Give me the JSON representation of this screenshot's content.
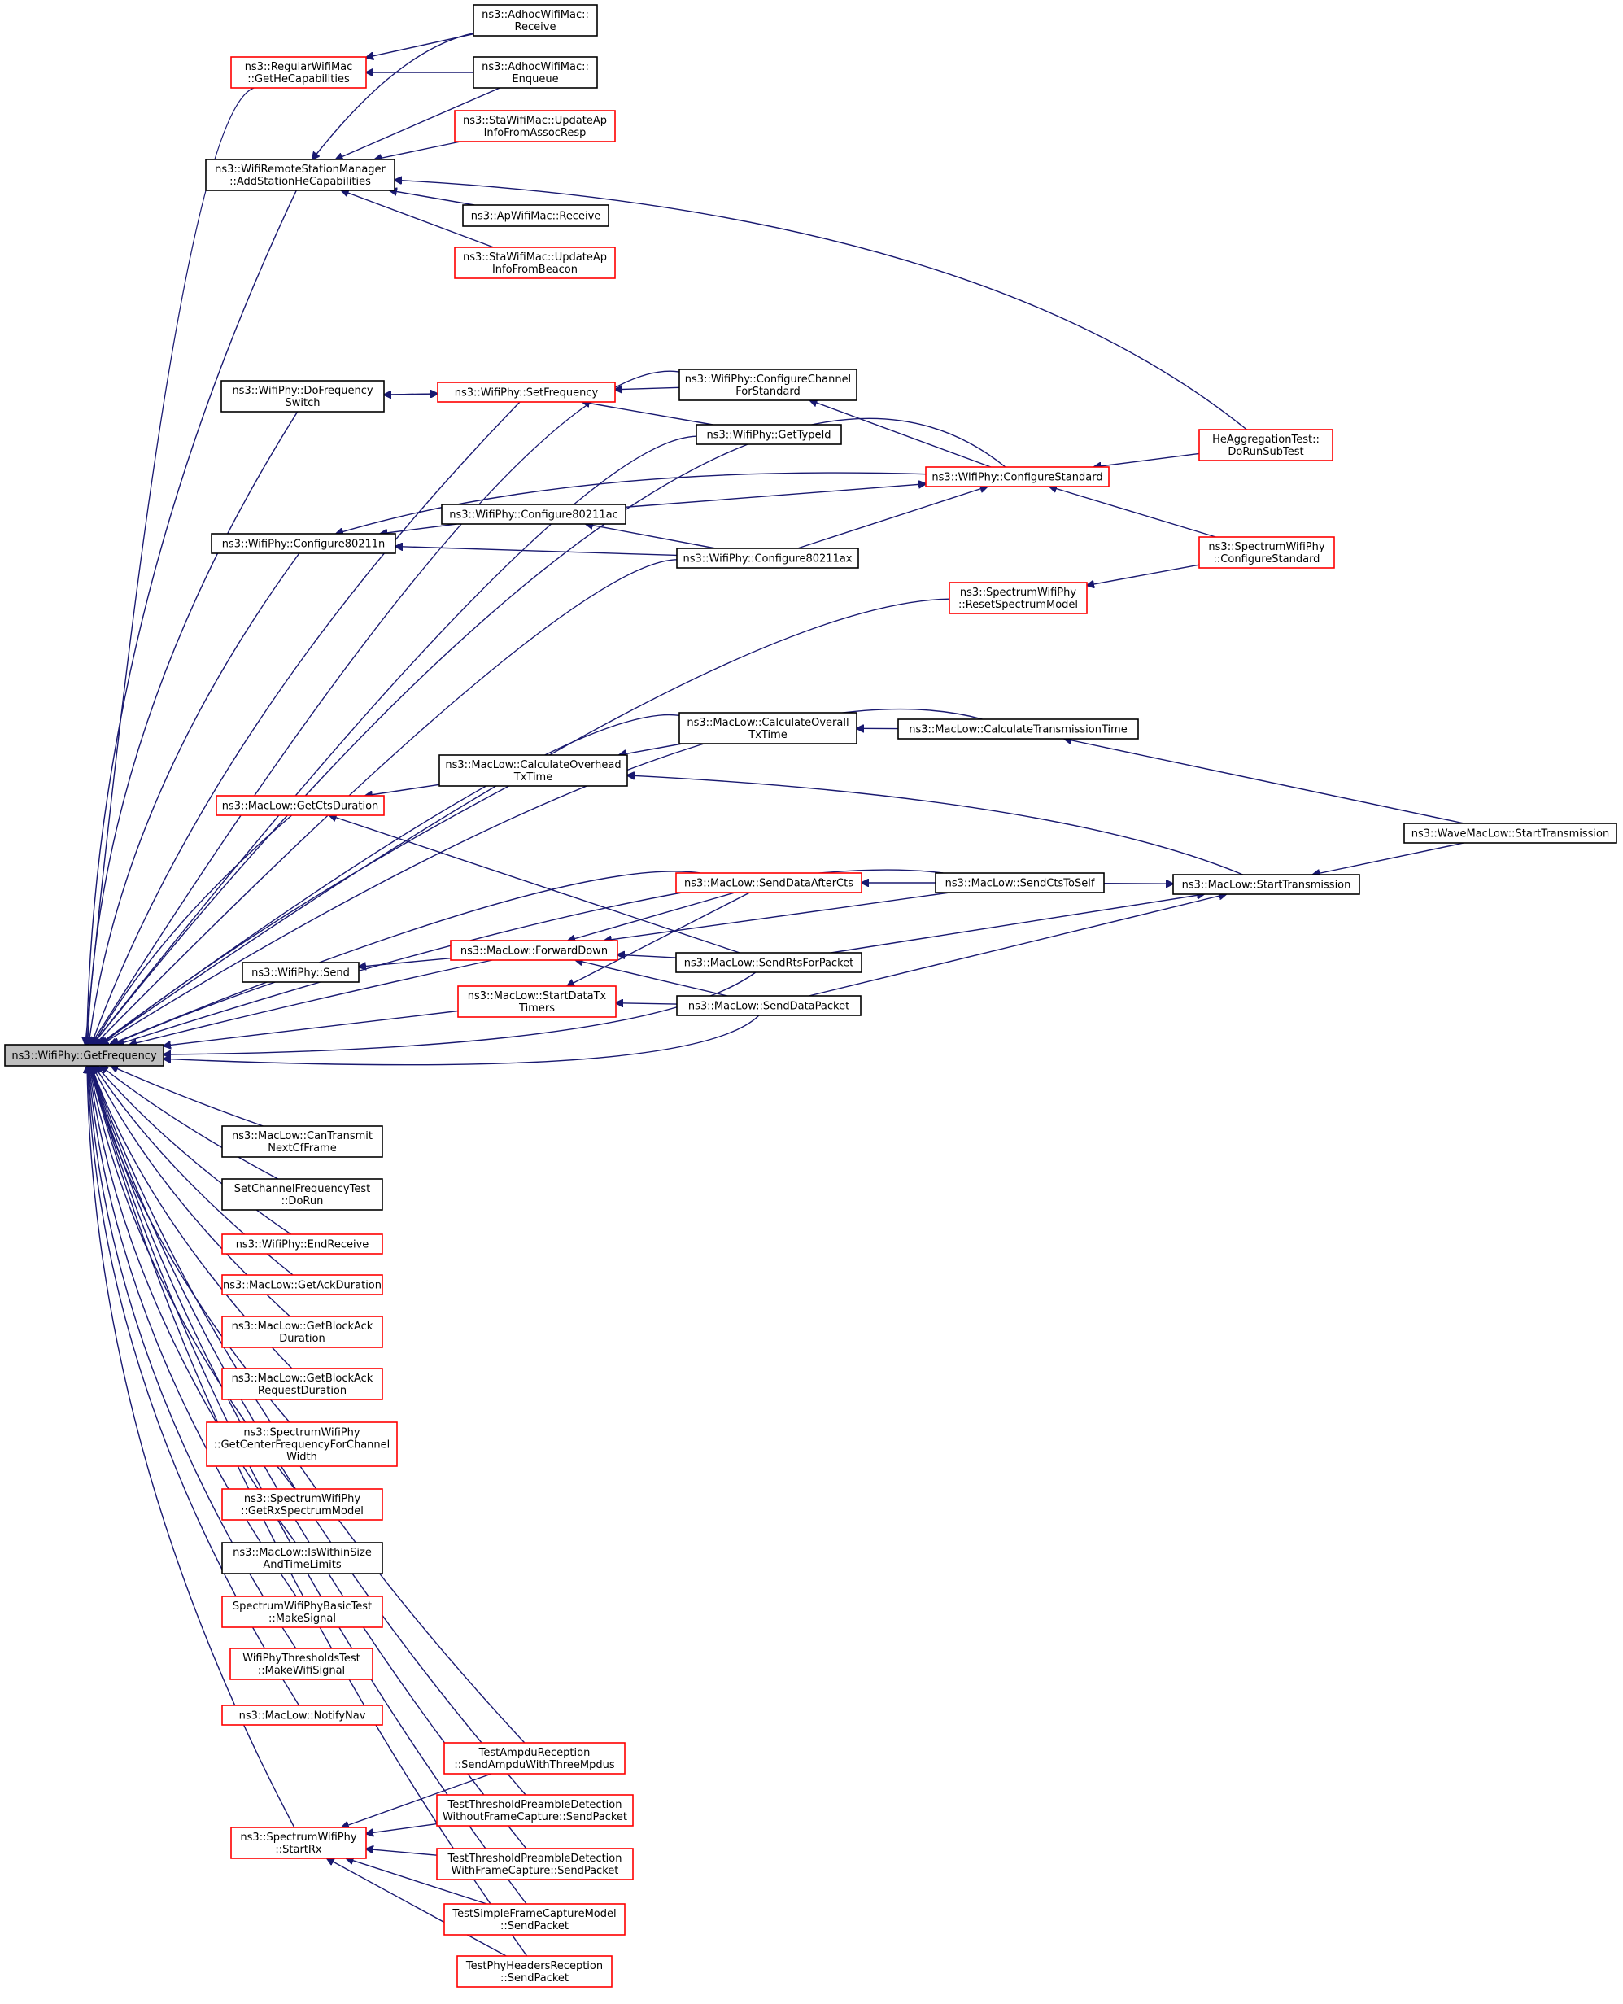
{
  "root_id": "n0",
  "colors": {
    "edge": "#191970",
    "red_border": "#ff0000",
    "black_border": "#000000",
    "root_fill": "#bfbfbf"
  },
  "nodes": [
    {
      "id": "n0",
      "lines": [
        "ns3::WifiPhy::GetFrequency"
      ],
      "border": "black",
      "root": true
    },
    {
      "id": "n1",
      "lines": [
        "ns3::AdhocWifiMac::",
        "Receive"
      ],
      "border": "black"
    },
    {
      "id": "n2",
      "lines": [
        "ns3::RegularWifiMac",
        "::GetHeCapabilities"
      ],
      "border": "red"
    },
    {
      "id": "n3",
      "lines": [
        "ns3::AdhocWifiMac::",
        "Enqueue"
      ],
      "border": "black"
    },
    {
      "id": "n4",
      "lines": [
        "ns3::StaWifiMac::UpdateAp",
        "InfoFromAssocResp"
      ],
      "border": "red"
    },
    {
      "id": "n5",
      "lines": [
        "ns3::WifiRemoteStationManager",
        "::AddStationHeCapabilities"
      ],
      "border": "black"
    },
    {
      "id": "n6",
      "lines": [
        "ns3::ApWifiMac::Receive"
      ],
      "border": "black"
    },
    {
      "id": "n7",
      "lines": [
        "ns3::StaWifiMac::UpdateAp",
        "InfoFromBeacon"
      ],
      "border": "red"
    },
    {
      "id": "n8",
      "lines": [
        "ns3::WifiPhy::DoFrequency",
        "Switch"
      ],
      "border": "black"
    },
    {
      "id": "n9",
      "lines": [
        "ns3::WifiPhy::SetFrequency"
      ],
      "border": "red"
    },
    {
      "id": "n10",
      "lines": [
        "ns3::WifiPhy::ConfigureChannel",
        "ForStandard"
      ],
      "border": "black"
    },
    {
      "id": "n11",
      "lines": [
        "ns3::WifiPhy::GetTypeId"
      ],
      "border": "black"
    },
    {
      "id": "n12",
      "lines": [
        "HeAggregationTest::",
        "DoRunSubTest"
      ],
      "border": "red"
    },
    {
      "id": "n13",
      "lines": [
        "ns3::WifiPhy::ConfigureStandard"
      ],
      "border": "red"
    },
    {
      "id": "n14",
      "lines": [
        "ns3::WifiPhy::Configure80211ac"
      ],
      "border": "black"
    },
    {
      "id": "n15",
      "lines": [
        "ns3::WifiPhy::Configure80211n"
      ],
      "border": "black"
    },
    {
      "id": "n16",
      "lines": [
        "ns3::WifiPhy::Configure80211ax"
      ],
      "border": "black"
    },
    {
      "id": "n17",
      "lines": [
        "ns3::SpectrumWifiPhy",
        "::ConfigureStandard"
      ],
      "border": "red"
    },
    {
      "id": "n18",
      "lines": [
        "ns3::SpectrumWifiPhy",
        "::ResetSpectrumModel"
      ],
      "border": "red"
    },
    {
      "id": "n19",
      "lines": [
        "ns3::MacLow::CalculateOverall",
        "TxTime"
      ],
      "border": "black"
    },
    {
      "id": "n20",
      "lines": [
        "ns3::MacLow::CalculateTransmissionTime"
      ],
      "border": "black"
    },
    {
      "id": "n21",
      "lines": [
        "ns3::MacLow::CalculateOverhead",
        "TxTime"
      ],
      "border": "black"
    },
    {
      "id": "n22",
      "lines": [
        "ns3::MacLow::GetCtsDuration"
      ],
      "border": "red"
    },
    {
      "id": "n23",
      "lines": [
        "ns3::WaveMacLow::StartTransmission"
      ],
      "border": "black"
    },
    {
      "id": "n24",
      "lines": [
        "ns3::MacLow::SendDataAfterCts"
      ],
      "border": "red"
    },
    {
      "id": "n25",
      "lines": [
        "ns3::MacLow::SendCtsToSelf"
      ],
      "border": "black"
    },
    {
      "id": "n26",
      "lines": [
        "ns3::MacLow::StartTransmission"
      ],
      "border": "black"
    },
    {
      "id": "n27",
      "lines": [
        "ns3::MacLow::ForwardDown"
      ],
      "border": "red"
    },
    {
      "id": "n28",
      "lines": [
        "ns3::WifiPhy::Send"
      ],
      "border": "black"
    },
    {
      "id": "n29",
      "lines": [
        "ns3::MacLow::SendRtsForPacket"
      ],
      "border": "black"
    },
    {
      "id": "n30",
      "lines": [
        "ns3::MacLow::StartDataTx",
        "Timers"
      ],
      "border": "red"
    },
    {
      "id": "n31",
      "lines": [
        "ns3::MacLow::SendDataPacket"
      ],
      "border": "black"
    },
    {
      "id": "n32",
      "lines": [
        "ns3::MacLow::CanTransmit",
        "NextCfFrame"
      ],
      "border": "black"
    },
    {
      "id": "n33",
      "lines": [
        "SetChannelFrequencyTest",
        "::DoRun"
      ],
      "border": "black"
    },
    {
      "id": "n34",
      "lines": [
        "ns3::WifiPhy::EndReceive"
      ],
      "border": "red"
    },
    {
      "id": "n35",
      "lines": [
        "ns3::MacLow::GetAckDuration"
      ],
      "border": "red"
    },
    {
      "id": "n36",
      "lines": [
        "ns3::MacLow::GetBlockAck",
        "Duration"
      ],
      "border": "red"
    },
    {
      "id": "n37",
      "lines": [
        "ns3::MacLow::GetBlockAck",
        "RequestDuration"
      ],
      "border": "red"
    },
    {
      "id": "n38",
      "lines": [
        "ns3::SpectrumWifiPhy",
        "::GetCenterFrequencyForChannel",
        "Width"
      ],
      "border": "red"
    },
    {
      "id": "n39",
      "lines": [
        "ns3::SpectrumWifiPhy",
        "::GetRxSpectrumModel"
      ],
      "border": "red"
    },
    {
      "id": "n40",
      "lines": [
        "ns3::MacLow::IsWithinSize",
        "AndTimeLimits"
      ],
      "border": "black"
    },
    {
      "id": "n41",
      "lines": [
        "SpectrumWifiPhyBasicTest",
        "::MakeSignal"
      ],
      "border": "red"
    },
    {
      "id": "n42",
      "lines": [
        "WifiPhyThresholdsTest",
        "::MakeWifiSignal"
      ],
      "border": "red"
    },
    {
      "id": "n43",
      "lines": [
        "ns3::MacLow::NotifyNav"
      ],
      "border": "red"
    },
    {
      "id": "n44",
      "lines": [
        "TestAmpduReception",
        "::SendAmpduWithThreeMpdus"
      ],
      "border": "red"
    },
    {
      "id": "n45",
      "lines": [
        "ns3::SpectrumWifiPhy",
        "::StartRx"
      ],
      "border": "red"
    },
    {
      "id": "n46",
      "lines": [
        "TestThresholdPreambleDetection",
        "WithoutFrameCapture::SendPacket"
      ],
      "border": "red"
    },
    {
      "id": "n47",
      "lines": [
        "TestThresholdPreambleDetection",
        "WithFrameCapture::SendPacket"
      ],
      "border": "red"
    },
    {
      "id": "n48",
      "lines": [
        "TestSimpleFrameCaptureModel",
        "::SendPacket"
      ],
      "border": "red"
    },
    {
      "id": "n49",
      "lines": [
        "TestPhyHeadersReception",
        "::SendPacket"
      ],
      "border": "red"
    }
  ],
  "edges": [
    [
      "n1",
      "n2"
    ],
    [
      "n3",
      "n2"
    ],
    [
      "n1",
      "n5"
    ],
    [
      "n3",
      "n5"
    ],
    [
      "n4",
      "n5"
    ],
    [
      "n6",
      "n5"
    ],
    [
      "n7",
      "n5"
    ],
    [
      "n12",
      "n5"
    ],
    [
      "n2",
      "n0"
    ],
    [
      "n5",
      "n0"
    ],
    [
      "n8",
      "n0"
    ],
    [
      "n9",
      "n0"
    ],
    [
      "n11",
      "n0"
    ],
    [
      "n13",
      "n0"
    ],
    [
      "n15",
      "n0"
    ],
    [
      "n16",
      "n0"
    ],
    [
      "n18",
      "n0"
    ],
    [
      "n10",
      "n0"
    ],
    [
      "n9",
      "n8"
    ],
    [
      "n8",
      "n9"
    ],
    [
      "n10",
      "n9"
    ],
    [
      "n11",
      "n9"
    ],
    [
      "n13",
      "n10"
    ],
    [
      "n12",
      "n13"
    ],
    [
      "n17",
      "n13"
    ],
    [
      "n14",
      "n13"
    ],
    [
      "n16",
      "n13"
    ],
    [
      "n14",
      "n15"
    ],
    [
      "n16",
      "n15"
    ],
    [
      "n13",
      "n15"
    ],
    [
      "n16",
      "n14"
    ],
    [
      "n17",
      "n18"
    ],
    [
      "n19",
      "n0"
    ],
    [
      "n20",
      "n0"
    ],
    [
      "n21",
      "n0"
    ],
    [
      "n22",
      "n0"
    ],
    [
      "n20",
      "n19"
    ],
    [
      "n19",
      "n21"
    ],
    [
      "n26",
      "n21"
    ],
    [
      "n23",
      "n20"
    ],
    [
      "n23",
      "n26"
    ],
    [
      "n21",
      "n22"
    ],
    [
      "n29",
      "n22"
    ],
    [
      "n25",
      "n24"
    ],
    [
      "n25",
      "n26"
    ],
    [
      "n24",
      "n27"
    ],
    [
      "n25",
      "n27"
    ],
    [
      "n24",
      "n0"
    ],
    [
      "n25",
      "n0"
    ],
    [
      "n27",
      "n0"
    ],
    [
      "n28",
      "n0"
    ],
    [
      "n27",
      "n28"
    ],
    [
      "n29",
      "n27"
    ],
    [
      "n31",
      "n27"
    ],
    [
      "n29",
      "n26"
    ],
    [
      "n31",
      "n26"
    ],
    [
      "n30",
      "n0"
    ],
    [
      "n31",
      "n30"
    ],
    [
      "n24",
      "n30"
    ],
    [
      "n29",
      "n0"
    ],
    [
      "n31",
      "n0"
    ],
    [
      "n32",
      "n0"
    ],
    [
      "n33",
      "n0"
    ],
    [
      "n34",
      "n0"
    ],
    [
      "n35",
      "n0"
    ],
    [
      "n36",
      "n0"
    ],
    [
      "n37",
      "n0"
    ],
    [
      "n38",
      "n0"
    ],
    [
      "n39",
      "n0"
    ],
    [
      "n40",
      "n0"
    ],
    [
      "n41",
      "n0"
    ],
    [
      "n42",
      "n0"
    ],
    [
      "n43",
      "n0"
    ],
    [
      "n44",
      "n0"
    ],
    [
      "n45",
      "n0"
    ],
    [
      "n46",
      "n0"
    ],
    [
      "n47",
      "n0"
    ],
    [
      "n48",
      "n0"
    ],
    [
      "n49",
      "n0"
    ],
    [
      "n44",
      "n45"
    ],
    [
      "n46",
      "n45"
    ],
    [
      "n47",
      "n45"
    ],
    [
      "n48",
      "n45"
    ],
    [
      "n49",
      "n45"
    ]
  ]
}
